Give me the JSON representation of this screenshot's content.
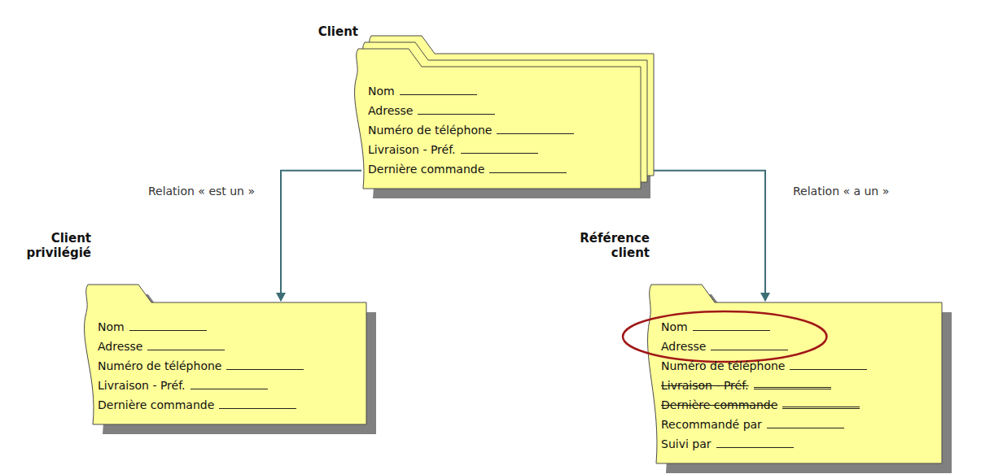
{
  "diagram": {
    "nodes": [
      {
        "text": [
          "Client",
          "Nom",
          "Adresse",
          "Numéro de téléphone",
          "Livraison - Préf.",
          "Dernière commande"
        ]
      },
      {
        "text": [
          "Client privilégié",
          "Nom",
          "Adresse",
          "Numéro de téléphone",
          "Livraison - Préf.",
          "Dernière commande"
        ]
      },
      {
        "text": [
          "Référence client",
          "Nom",
          "Adresse",
          "Numéro de téléphone",
          "Livraison - Préf.",
          "Dernière commande",
          "Recommandé par",
          "Suivi par"
        ]
      }
    ],
    "edges": [
      {
        "from": 0,
        "to": 1,
        "arrow": "to",
        "label": "Relation « est un »"
      },
      {
        "from": 0,
        "to": 2,
        "arrow": "to",
        "label": "Relation « a un »"
      }
    ]
  }
}
